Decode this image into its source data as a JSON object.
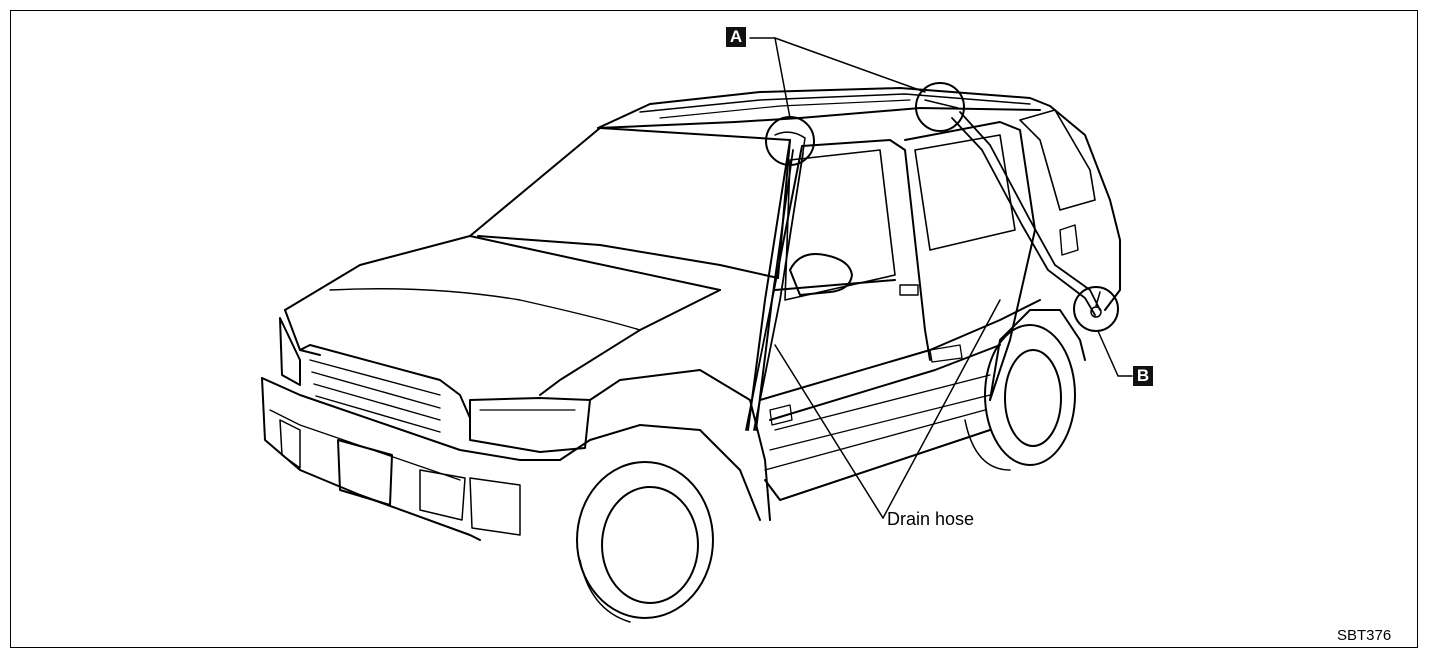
{
  "callouts": {
    "a": "A",
    "b": "B"
  },
  "labels": {
    "drain_hose": "Drain hose"
  },
  "figure_code": "SBT376",
  "colors": {
    "ink": "#000000",
    "background": "#ffffff",
    "callout_fill": "#111111"
  }
}
